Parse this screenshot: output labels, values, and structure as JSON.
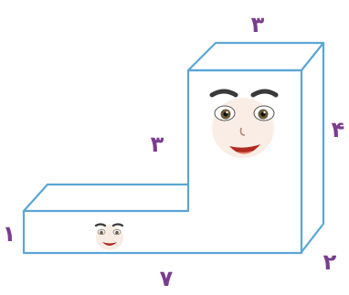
{
  "diagram": {
    "labels": {
      "top_width": "۳",
      "tower_height": "۴",
      "depth": "۲",
      "step_height": "۳",
      "base_height": "۱",
      "base_length": "۷"
    },
    "colors": {
      "edge": "#5aa6d6",
      "label": "#7a3c8e",
      "face_skin": "#f4dfd2",
      "eyebrow": "#3a3a3a",
      "iris": "#6b5a3a",
      "mouth": "#b02a20",
      "tongue": "#e8876e"
    },
    "faces": {
      "large": "happy-face-icon",
      "small": "smiling-face-icon"
    }
  }
}
